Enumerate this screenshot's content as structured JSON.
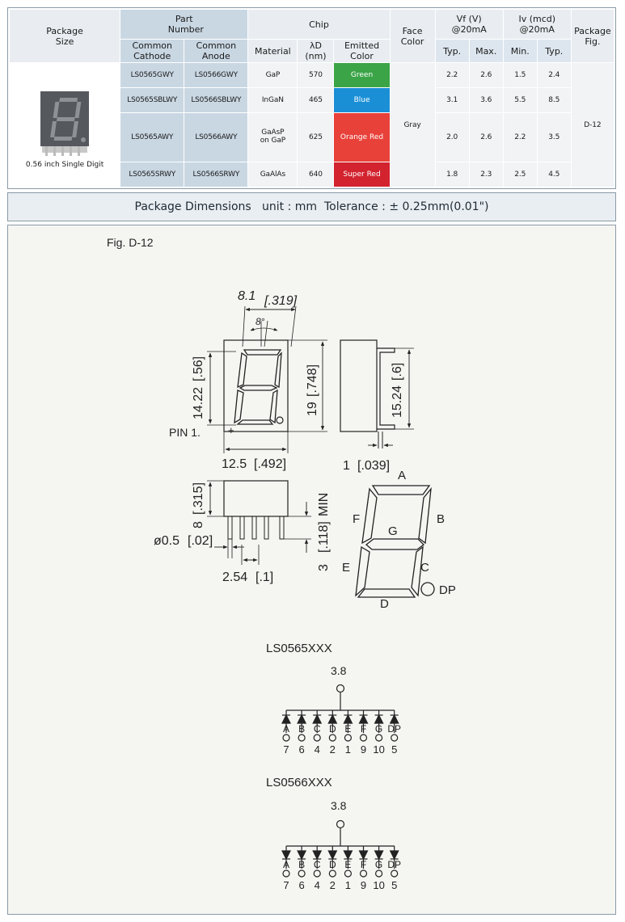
{
  "table": {
    "headers": {
      "package_size": "Package Size",
      "part_number": "Part Number",
      "chip": "Chip",
      "face_color": "Face Color",
      "vf": "Vf (V) @20mA",
      "iv": "Iv (mcd) @20mA",
      "package_fig": "Package Fig.",
      "common_cathode": "Common Cathode",
      "common_anode": "Common Anode",
      "material": "Material",
      "lambda_d": "λD (nm)",
      "emitted_color": "Emitted Color",
      "typ": "Typ.",
      "max": "Max.",
      "min": "Min.",
      "typ2": "Typ."
    },
    "package_caption": "0.56 inch Single Digit",
    "face_color_value": "Gray",
    "package_fig_value": "D-12",
    "rows": [
      {
        "cathode": "LS0565GWY",
        "anode": "LS0566GWY",
        "material": "GaP",
        "wavelength": "570",
        "color": "Green",
        "color_hex": "#3aa447",
        "vf_typ": "2.2",
        "vf_max": "2.6",
        "iv_min": "1.5",
        "iv_typ": "2.4"
      },
      {
        "cathode": "LS0565SBLWY",
        "anode": "LS0566SBLWY",
        "material": "InGaN",
        "wavelength": "465",
        "color": "Blue",
        "color_hex": "#1b8fd6",
        "vf_typ": "3.1",
        "vf_max": "3.6",
        "iv_min": "5.5",
        "iv_typ": "8.5"
      },
      {
        "cathode": "LS0565AWY",
        "anode": "LS0566AWY",
        "material": "GaAsP on GaP",
        "wavelength": "625",
        "color": "Orange Red",
        "color_hex": "#e8413a",
        "vf_typ": "2.0",
        "vf_max": "2.6",
        "iv_min": "2.2",
        "iv_typ": "3.5"
      },
      {
        "cathode": "LS0565SRWY",
        "anode": "LS0566SRWY",
        "material": "GaAlAs",
        "wavelength": "640",
        "color": "Super Red",
        "color_hex": "#d2232f",
        "vf_typ": "1.8",
        "vf_max": "2.3",
        "iv_min": "2.5",
        "iv_typ": "4.5"
      }
    ]
  },
  "dimensions_bar": "Package Dimensions   unit : mm  Tolerance : ± 0.25mm(0.01\")",
  "figure": {
    "label": "Fig. D-12",
    "top_width": "8.1",
    "top_width_in": "[.319]",
    "angle": "8°",
    "height_digit": "14.22",
    "height_digit_in": "[.56]",
    "height_total": "19",
    "height_total_in": "[.748]",
    "width_total": "12.5",
    "width_total_in": "[.492]",
    "pin1": "PIN 1.",
    "plus": "+",
    "side_height": "15.24",
    "side_height_in": "[.6]",
    "side_thick": "1",
    "side_thick_in": "[.039]",
    "body_height": "8",
    "body_height_in": "[.315]",
    "pin_dia": "ø0.5",
    "pin_dia_in": "[.02]",
    "pin_pitch": "2.54",
    "pin_pitch_in": "[.1]",
    "pin_len": "3",
    "pin_len_in": "[.118]",
    "pin_len_min": "MIN",
    "seg_a": "A",
    "seg_b": "B",
    "seg_c": "C",
    "seg_d": "D",
    "seg_e": "E",
    "seg_f": "F",
    "seg_g": "G",
    "seg_dp": "DP"
  },
  "circuits": [
    {
      "part": "LS0565XXX",
      "common_pin": "3.8",
      "segments": [
        "A",
        "B",
        "C",
        "D",
        "E",
        "F",
        "G",
        "DP"
      ],
      "pins": [
        "7",
        "6",
        "4",
        "2",
        "1",
        "9",
        "10",
        "5"
      ]
    },
    {
      "part": "LS0566XXX",
      "common_pin": "3.8",
      "segments": [
        "A",
        "B",
        "C",
        "D",
        "E",
        "F",
        "G",
        "DP"
      ],
      "pins": [
        "7",
        "6",
        "4",
        "2",
        "1",
        "9",
        "10",
        "5"
      ]
    }
  ]
}
